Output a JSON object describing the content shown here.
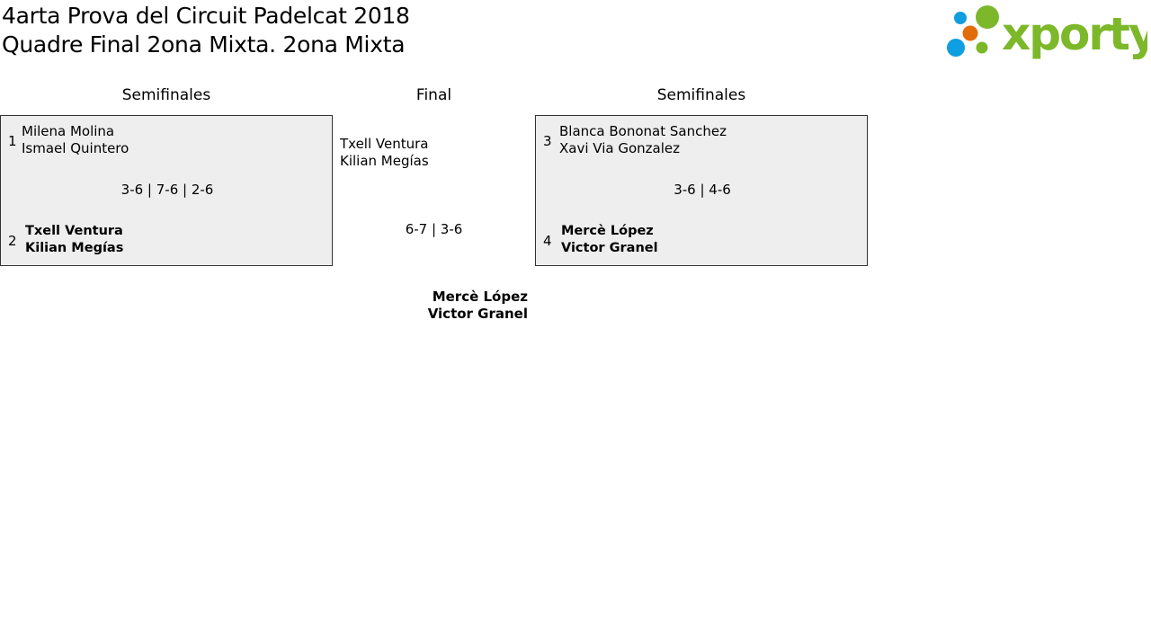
{
  "title": {
    "line1": "4arta Prova del Circuit Padelcat 2018",
    "line2": "Quadre Final 2ona Mixta. 2ona Mixta"
  },
  "logo": {
    "text": "xporty",
    "colors": {
      "green": "#7cb82a",
      "blue": "#0f9ee0",
      "orange": "#e36c0a"
    }
  },
  "headers": {
    "left": "Semifinales",
    "center": "Final",
    "right": "Semifinales"
  },
  "semifinal_left": {
    "team1": {
      "seed": "1",
      "p1": "Milena Molina",
      "p2": "Ismael Quintero"
    },
    "score": "3-6 | 7-6 | 2-6",
    "team2": {
      "seed": "2",
      "p1": "Txell Ventura",
      "p2": "Kilian Megías"
    }
  },
  "semifinal_right": {
    "team1": {
      "seed": "3",
      "p1": "Blanca Bononat Sanchez",
      "p2": "Xavi Via Gonzalez"
    },
    "score": "3-6 | 4-6",
    "team2": {
      "seed": "4",
      "p1": "Mercè López",
      "p2": "Victor Granel"
    }
  },
  "final": {
    "team1": {
      "p1": "Txell Ventura",
      "p2": "Kilian Megías"
    },
    "score": "6-7 | 3-6",
    "winner": {
      "p1": "Mercè López",
      "p2": "Victor Granel"
    }
  }
}
